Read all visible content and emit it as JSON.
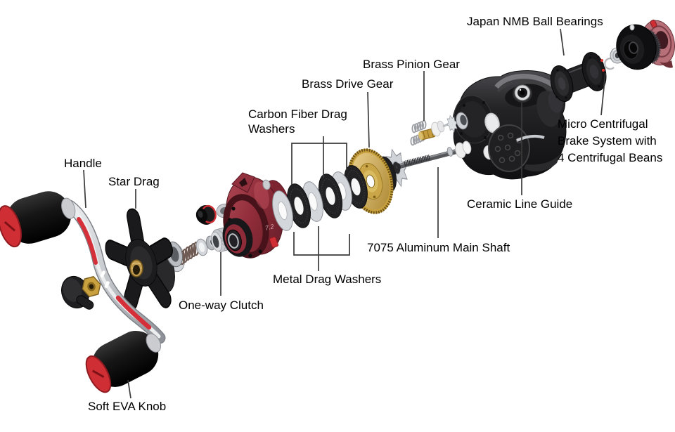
{
  "diagram": {
    "labels": {
      "japan_nmb_ball_bearings": "Japan NMB Ball Bearings",
      "brass_pinion_gear": "Brass Pinion Gear",
      "brass_drive_gear": "Brass Drive Gear",
      "carbon_fiber_drag_washers": "Carbon Fiber Drag\nWashers",
      "micro_centrifugal_brake": "Micro Centrifugal\nBrake System with\n4 Centrifugal Beans",
      "handle": "Handle",
      "star_drag": "Star Drag",
      "ceramic_line_guide": "Ceramic Line Guide",
      "aluminum_main_shaft": "7075 Aluminum Main Shaft",
      "metal_drag_washers": "Metal Drag Washers",
      "one_way_clutch": "One-way Clutch",
      "soft_eva_knob": "Soft EVA Knob"
    },
    "markings": {
      "gear_ratio": "7.2"
    },
    "colors": {
      "background": "#ffffff",
      "label_text": "#000000",
      "leader_line": "#3a3a3a",
      "accent_red": "#cf2e35",
      "housing_red": "#8e2b38",
      "brass_gold": "#c9a23f",
      "metal_silver": "#d3d6da",
      "carbon_black": "#222224",
      "frame_gunmetal": "#232325",
      "knob_black": "#1b1b1b",
      "side_plate_pink": "#b76f78",
      "handle_silver": "#c9ccd0"
    }
  }
}
